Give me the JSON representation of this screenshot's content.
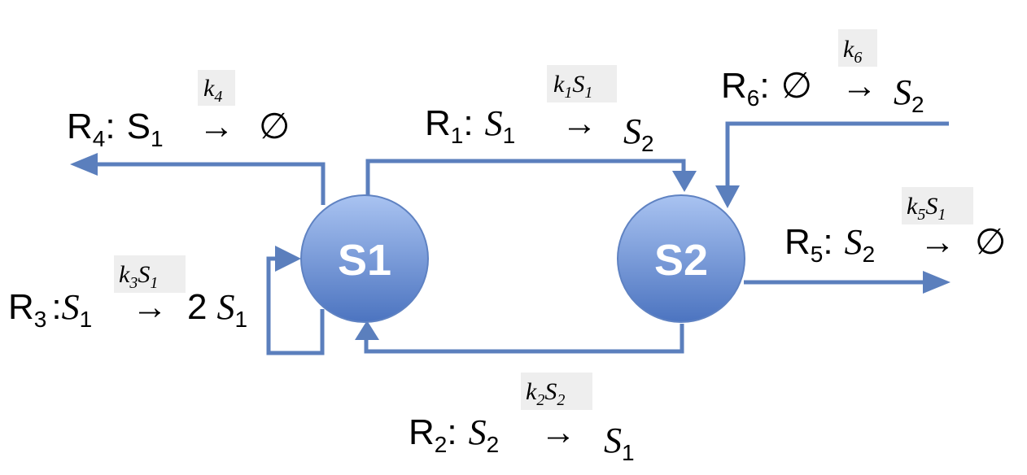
{
  "nodes": {
    "s1": "S1",
    "s2": "S2"
  },
  "colors": {
    "arrow": "#5b7fbd",
    "node_light": "#a9c3f1",
    "node_dark": "#4c74c0",
    "rate_bg": "#eeeeee"
  },
  "reactions": {
    "r1": {
      "name": "R",
      "sub": "1",
      "colon": ":",
      "reactant": "S",
      "reactant_sub": "1",
      "arrow": "→",
      "product": "S",
      "product_sub": "2",
      "rate": "k",
      "rate_sub": "1",
      "rate_var": "S",
      "rate_var_sub": "1"
    },
    "r2": {
      "name": "R",
      "sub": "2",
      "colon": ":",
      "reactant": "S",
      "reactant_sub": "2",
      "arrow": "→",
      "product": "S",
      "product_sub": "1",
      "rate": "k",
      "rate_sub": "2",
      "rate_var": "S",
      "rate_var_sub": "2"
    },
    "r3": {
      "name": "R",
      "sub": "3",
      "colon": ":",
      "reactant": "S",
      "reactant_sub": "1",
      "arrow": "→",
      "coef": "2",
      "product": "S",
      "product_sub": "1",
      "rate": "k",
      "rate_sub": "3",
      "rate_var": "S",
      "rate_var_sub": "1"
    },
    "r4": {
      "name": "R",
      "sub": "4",
      "colon": ":",
      "reactant": "S",
      "reactant_sub": "1",
      "arrow": "→",
      "product": "∅",
      "rate": "k",
      "rate_sub": "4"
    },
    "r5": {
      "name": "R",
      "sub": "5",
      "colon": ":",
      "reactant": "S",
      "reactant_sub": "2",
      "arrow": "→",
      "product": "∅",
      "rate": "k",
      "rate_sub": "5",
      "rate_var": "S",
      "rate_var_sub": "1"
    },
    "r6": {
      "name": "R",
      "sub": "6",
      "colon": ":",
      "reactant": "∅",
      "arrow": "→",
      "product": "S",
      "product_sub": "2",
      "rate": "k",
      "rate_sub": "6"
    }
  }
}
